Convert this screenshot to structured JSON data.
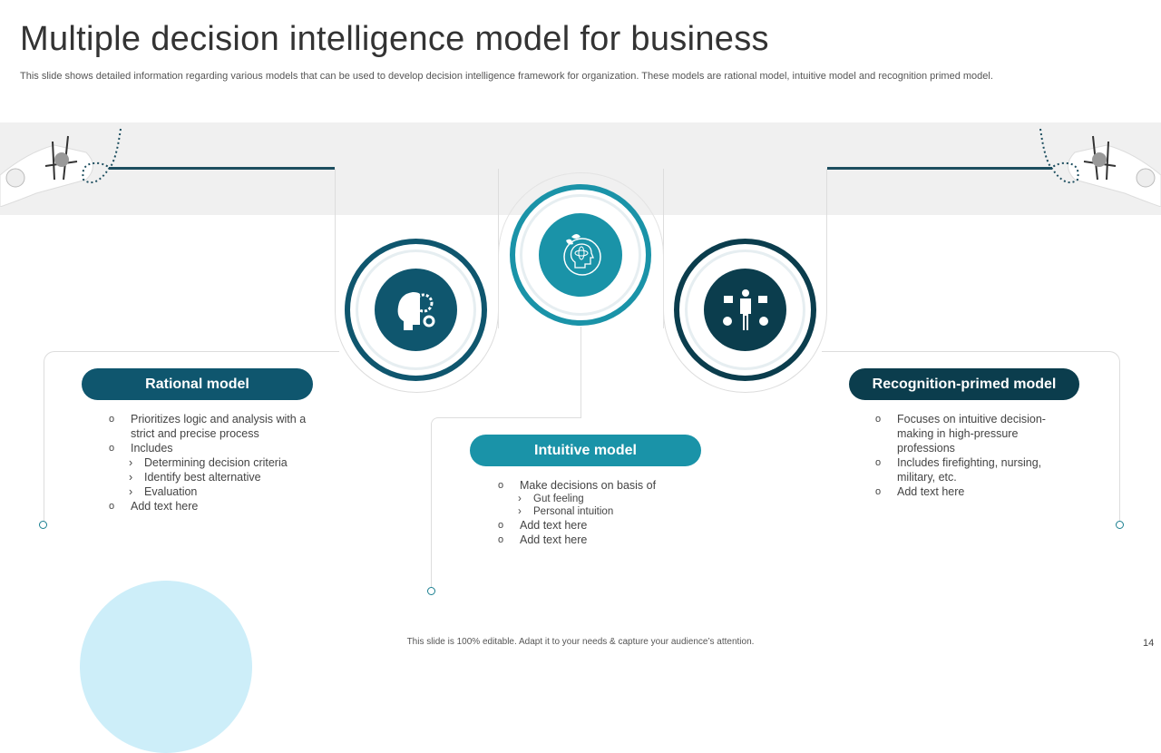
{
  "title": "Multiple decision intelligence model for business",
  "subtitle": "This slide shows detailed information regarding various models that can be used to develop decision intelligence framework for organization. These models are rational model, intuitive model and recognition primed model.",
  "models": [
    {
      "label": "Rational model",
      "icon": "head-gears-icon",
      "color": "#0f566e",
      "items": [
        {
          "t": "b",
          "text": "Prioritizes logic and analysis with a strict and precise process"
        },
        {
          "t": "b",
          "text": "Includes"
        },
        {
          "t": "s",
          "text": "Determining decision criteria"
        },
        {
          "t": "s",
          "text": "Identify best alternative"
        },
        {
          "t": "s",
          "text": "Evaluation"
        },
        {
          "t": "b",
          "text": "Add text here"
        }
      ]
    },
    {
      "label": "Intuitive model",
      "icon": "head-atom-icon",
      "color": "#1a93a8",
      "items": [
        {
          "t": "b",
          "text": "Make decisions on basis of"
        },
        {
          "t": "s",
          "text": "Gut feeling"
        },
        {
          "t": "s",
          "text": "Personal intuition"
        },
        {
          "t": "b",
          "text": "Add text here"
        },
        {
          "t": "b",
          "text": "Add text here"
        }
      ]
    },
    {
      "label": "Recognition-primed model",
      "icon": "person-applause-icon",
      "color": "#0b3d4d",
      "items": [
        {
          "t": "b",
          "text": "Focuses on intuitive decision-making in high-pressure professions"
        },
        {
          "t": "b",
          "text": "Includes firefighting, nursing, military, etc."
        },
        {
          "t": "b",
          "text": "Add text here"
        }
      ]
    }
  ],
  "footer": "This slide is 100% editable. Adapt it to your needs & capture your audience’s attention.",
  "page_number": "14"
}
